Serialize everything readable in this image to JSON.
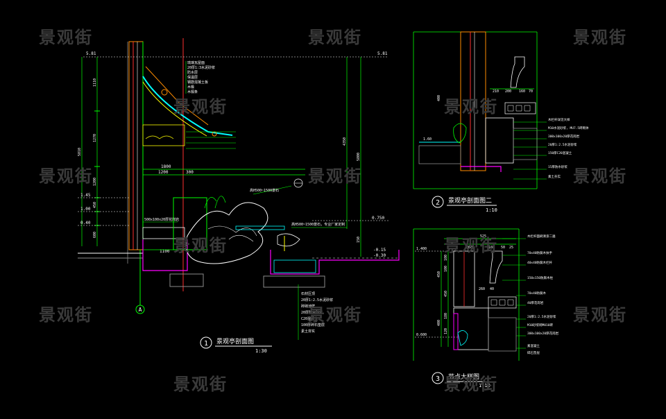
{
  "watermark": "景观街",
  "colors": {
    "background": "#000000",
    "green": "#00ff00",
    "cyan": "#00ffff",
    "yellow": "#ffff00",
    "red": "#ff3030",
    "magenta": "#ff00ff",
    "white": "#ffffff",
    "orange": "#ff8c00",
    "gray": "#8c8c8c"
  },
  "drawing1": {
    "number": "1",
    "title": "景观亭剖面图",
    "scale": "1:30",
    "axis_label": "A",
    "levels_left": [
      "5.81",
      "1.45",
      "1.00",
      "0.40"
    ],
    "level_right_top": "5.81",
    "level_right_mid": "0.750",
    "level_right_low1": "-0.15",
    "level_right_low2": "-0.30",
    "dims_vertical": [
      "1110",
      "1270",
      "5810",
      "1200",
      "450",
      "600"
    ],
    "dims_horizontal": [
      "1800",
      "1200",
      "300",
      "1100"
    ],
    "dims_right": [
      "4350",
      "5800",
      "150"
    ],
    "note_stone": "高H500~1500景石",
    "note_rock": "高H500~1500景石，专业厂家定制",
    "note_base": "500x100x20厚花岗岩",
    "roof_notes": [
      "琉璃瓦屋面",
      "20厚1:3水泥砂浆",
      "防水层",
      "保温层",
      "钢筋混凝土板",
      "木椽",
      "木檩条"
    ],
    "base_notes": [
      "石材压顶",
      "20厚1:2.5水泥砂浆",
      "砖砌池壁",
      "20厚防水砂浆",
      "C20混凝土",
      "100厚碎石垫层",
      "素土夯实"
    ]
  },
  "drawing2": {
    "number": "2",
    "title": "景观亭剖面图二",
    "scale": "1:10",
    "dims": [
      "210",
      "200",
      "160",
      "70",
      "400",
      "1.60"
    ],
    "notes": [
      "木栏杆详见大样",
      "M10水泥砂浆, MU7.5砖砌体",
      "300x100x20厚花岗岩",
      "20厚1:2.5水泥砂浆",
      "150厚C20混凝土",
      "15厚防水砂浆",
      "素土夯实"
    ]
  },
  "drawing3": {
    "number": "3",
    "title": "节点大样图",
    "scale": "1:10",
    "levels": [
      "1.400",
      "0.600"
    ],
    "dims_top": [
      "525",
      "260",
      "180",
      "50",
      "25"
    ],
    "dims_left": [
      "450",
      "100",
      "100",
      "450",
      "400",
      "180",
      "120"
    ],
    "dims_mid": [
      "260",
      "40"
    ],
    "notes": [
      "木栏杆面刷清漆二遍",
      "70x40防腐木扶手",
      "40x40防腐木栏杆",
      "150x150防腐木柱",
      "70x40防腐木",
      "40厚花岗岩",
      "20厚1:2.5水泥砂浆",
      "M10砂浆砌MU10砖",
      "300x100x20厚花岗岩",
      "素混凝土",
      "碎石垫层"
    ]
  }
}
